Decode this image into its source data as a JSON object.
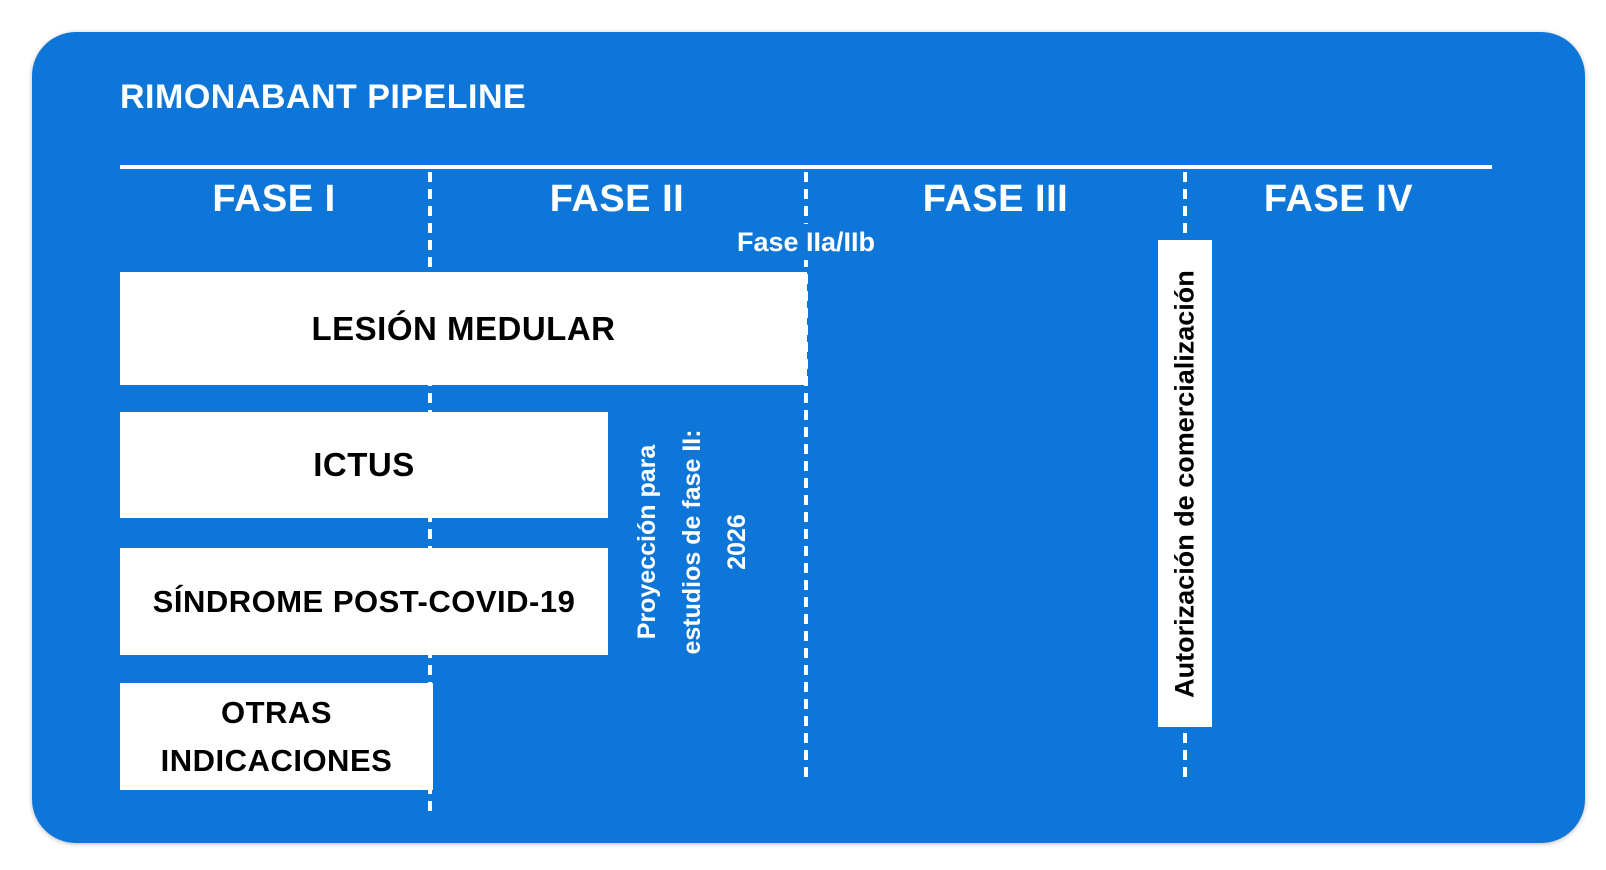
{
  "title": "RIMONABANT PIPELINE",
  "phases": [
    {
      "label": "FASE I"
    },
    {
      "label": "FASE II"
    },
    {
      "label": "FASE III"
    },
    {
      "label": "FASE IV"
    }
  ],
  "milestone_label": "Fase IIa/IIb",
  "bars": [
    {
      "label": "LESIÓN MEDULAR"
    },
    {
      "label": "ICTUS"
    },
    {
      "label": "SÍNDROME POST-COVID-19"
    },
    {
      "label": "OTRAS INDICACIONES"
    }
  ],
  "projection_note": {
    "lines": [
      "Proyección para",
      "estudios de fase II:",
      "2026"
    ]
  },
  "authorization_note": "Autorización de comercialización",
  "colors": {
    "panel_background": "#0d76d8",
    "bar_background": "#ffffff",
    "bar_text": "#000000",
    "header_text": "#ffffff"
  }
}
